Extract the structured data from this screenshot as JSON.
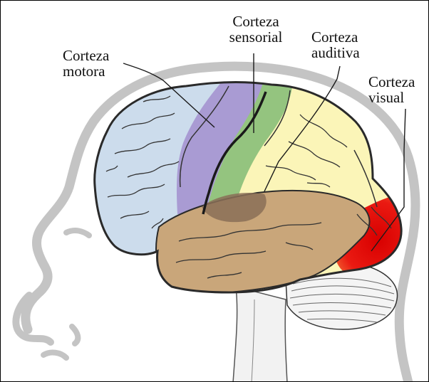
{
  "labels": {
    "motor": {
      "line1": "Corteza",
      "line2": "motora"
    },
    "sensory": {
      "line1": "Corteza",
      "line2": "sensorial"
    },
    "auditory": {
      "line1": "Corteza",
      "line2": "auditiva"
    },
    "visual": {
      "line1": "Corteza",
      "line2": "visual"
    }
  },
  "colors": {
    "frontal_lobe": "#ccdcec",
    "motor_cortex": "#a99bd3",
    "sensory_cortex": "#94c47f",
    "parietal_lobe": "#fbf5b8",
    "temporal_lobe": "#c9a67a",
    "auditory_cortex": "#8a6f57",
    "visual_cortex": "#e01010",
    "head_outline": "#c4c4c4",
    "brain_outline": "#2a2a2a"
  }
}
